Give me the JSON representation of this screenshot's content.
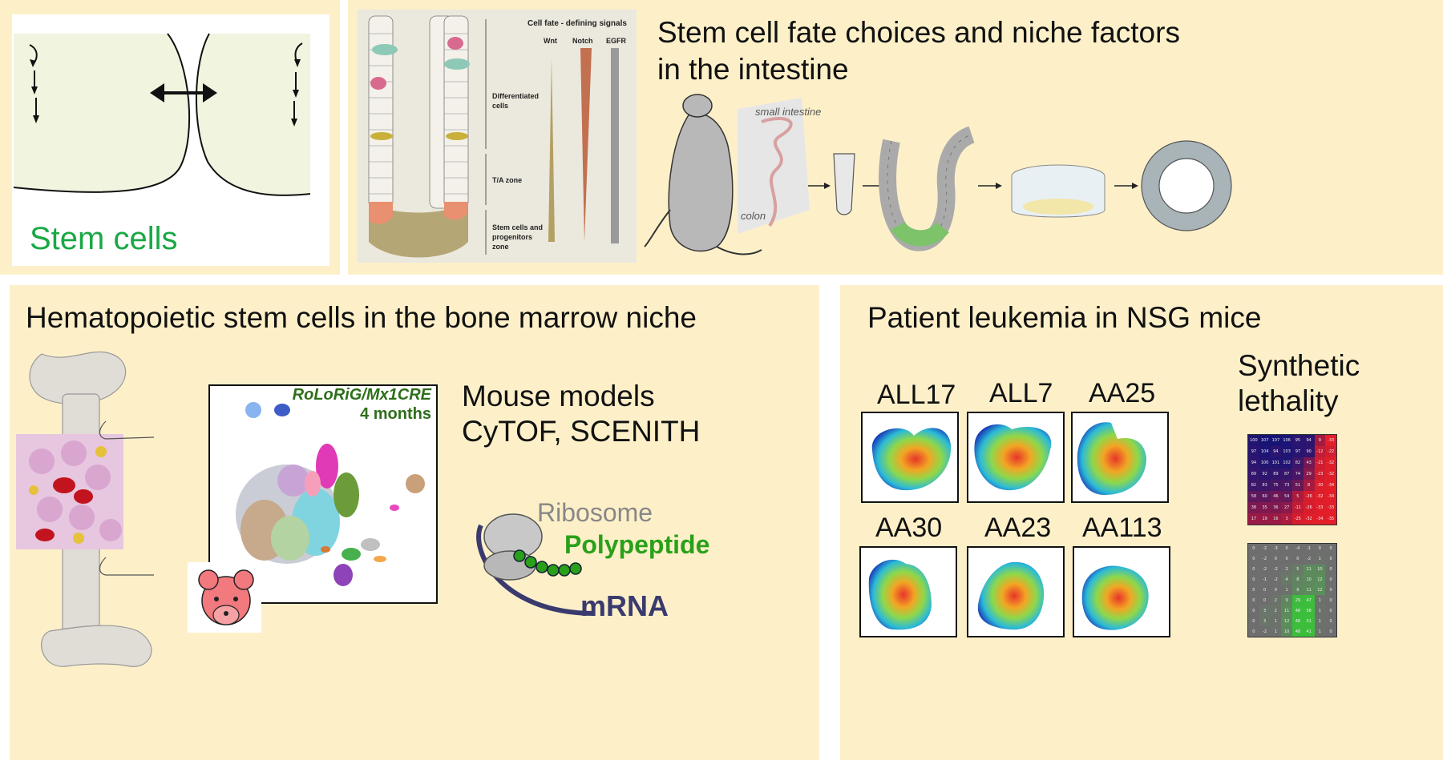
{
  "panel1": {
    "title": "Stem cells"
  },
  "panel2": {
    "title_line1": "Stem cell fate choices and niche factors",
    "title_line2": "in the intestine",
    "crypt_labels": {
      "header": "Cell fate - defining signals",
      "wnt": "Wnt",
      "notch": "Notch",
      "egfr": "EGFR",
      "differentiated": "Differentiated\ncells",
      "ta": "T/A zone",
      "stem": "Stem cells and\nprogenitors\nzone"
    },
    "small_intestine": "small intestine",
    "colon": "colon"
  },
  "panel3": {
    "title": "Hematopoietic stem cells in the bone marrow niche",
    "tsne_title": "RoLoRiG/Mx1CRE",
    "tsne_subtitle": "4 months",
    "methods_line1": "Mouse models",
    "methods_line2": "CyTOF, SCENITH",
    "ribosome": "Ribosome",
    "polypeptide": "Polypeptide",
    "mrna": "mRNA"
  },
  "panel4": {
    "title": "Patient leukemia in NSG mice",
    "samples": [
      "ALL17",
      "ALL7",
      "AA25",
      "AA30",
      "AA23",
      "AA113"
    ],
    "synthetic_line1": "Synthetic",
    "synthetic_line2": "lethality",
    "heatmap1": [
      [
        "100",
        "107",
        "107",
        "106",
        "95",
        "94",
        "9",
        "-33"
      ],
      [
        "97",
        "104",
        "94",
        "103",
        "97",
        "90",
        "-12",
        "-22"
      ],
      [
        "94",
        "100",
        "101",
        "102",
        "82",
        "43",
        "-21",
        "-32"
      ],
      [
        "89",
        "92",
        "89",
        "87",
        "74",
        "29",
        "-23",
        "-32"
      ],
      [
        "82",
        "83",
        "75",
        "73",
        "51",
        "8",
        "-30",
        "-34"
      ],
      [
        "58",
        "60",
        "46",
        "54",
        "5",
        "-26",
        "-32",
        "-34"
      ],
      [
        "38",
        "35",
        "36",
        "27",
        "-11",
        "-26",
        "-33",
        "-33"
      ],
      [
        "17",
        "19",
        "16",
        "3",
        "-25",
        "-32",
        "-34",
        "-35"
      ]
    ],
    "heatmap2": [
      [
        "0",
        "-2",
        "-3",
        "0",
        "-4",
        "-1",
        "0",
        "0"
      ],
      [
        "0",
        "-2",
        "0",
        "0",
        "0",
        "-2",
        "1",
        "0"
      ],
      [
        "0",
        "-2",
        "-2",
        "2",
        "5",
        "11",
        "10",
        "0"
      ],
      [
        "0",
        "-1",
        "-2",
        "4",
        "8",
        "10",
        "12",
        "0"
      ],
      [
        "0",
        "0",
        "0",
        "1",
        "9",
        "11",
        "12",
        "0"
      ],
      [
        "0",
        "0",
        "2",
        "9",
        "29",
        "47",
        "1",
        "0"
      ],
      [
        "0",
        "3",
        "2",
        "11",
        "48",
        "58",
        "1",
        "0"
      ],
      [
        "0",
        "3",
        "1",
        "12",
        "48",
        "51",
        "1",
        "0"
      ],
      [
        "0",
        "-2",
        "1",
        "10",
        "48",
        "41",
        "1",
        "0"
      ]
    ]
  },
  "colors": {
    "panel_bg": "#fdf0c9",
    "stem_green": "#1aa845",
    "tsne_green": "#2e6e1a",
    "polypeptide": "#2aa01a",
    "mrna": "#3a3a6e"
  }
}
